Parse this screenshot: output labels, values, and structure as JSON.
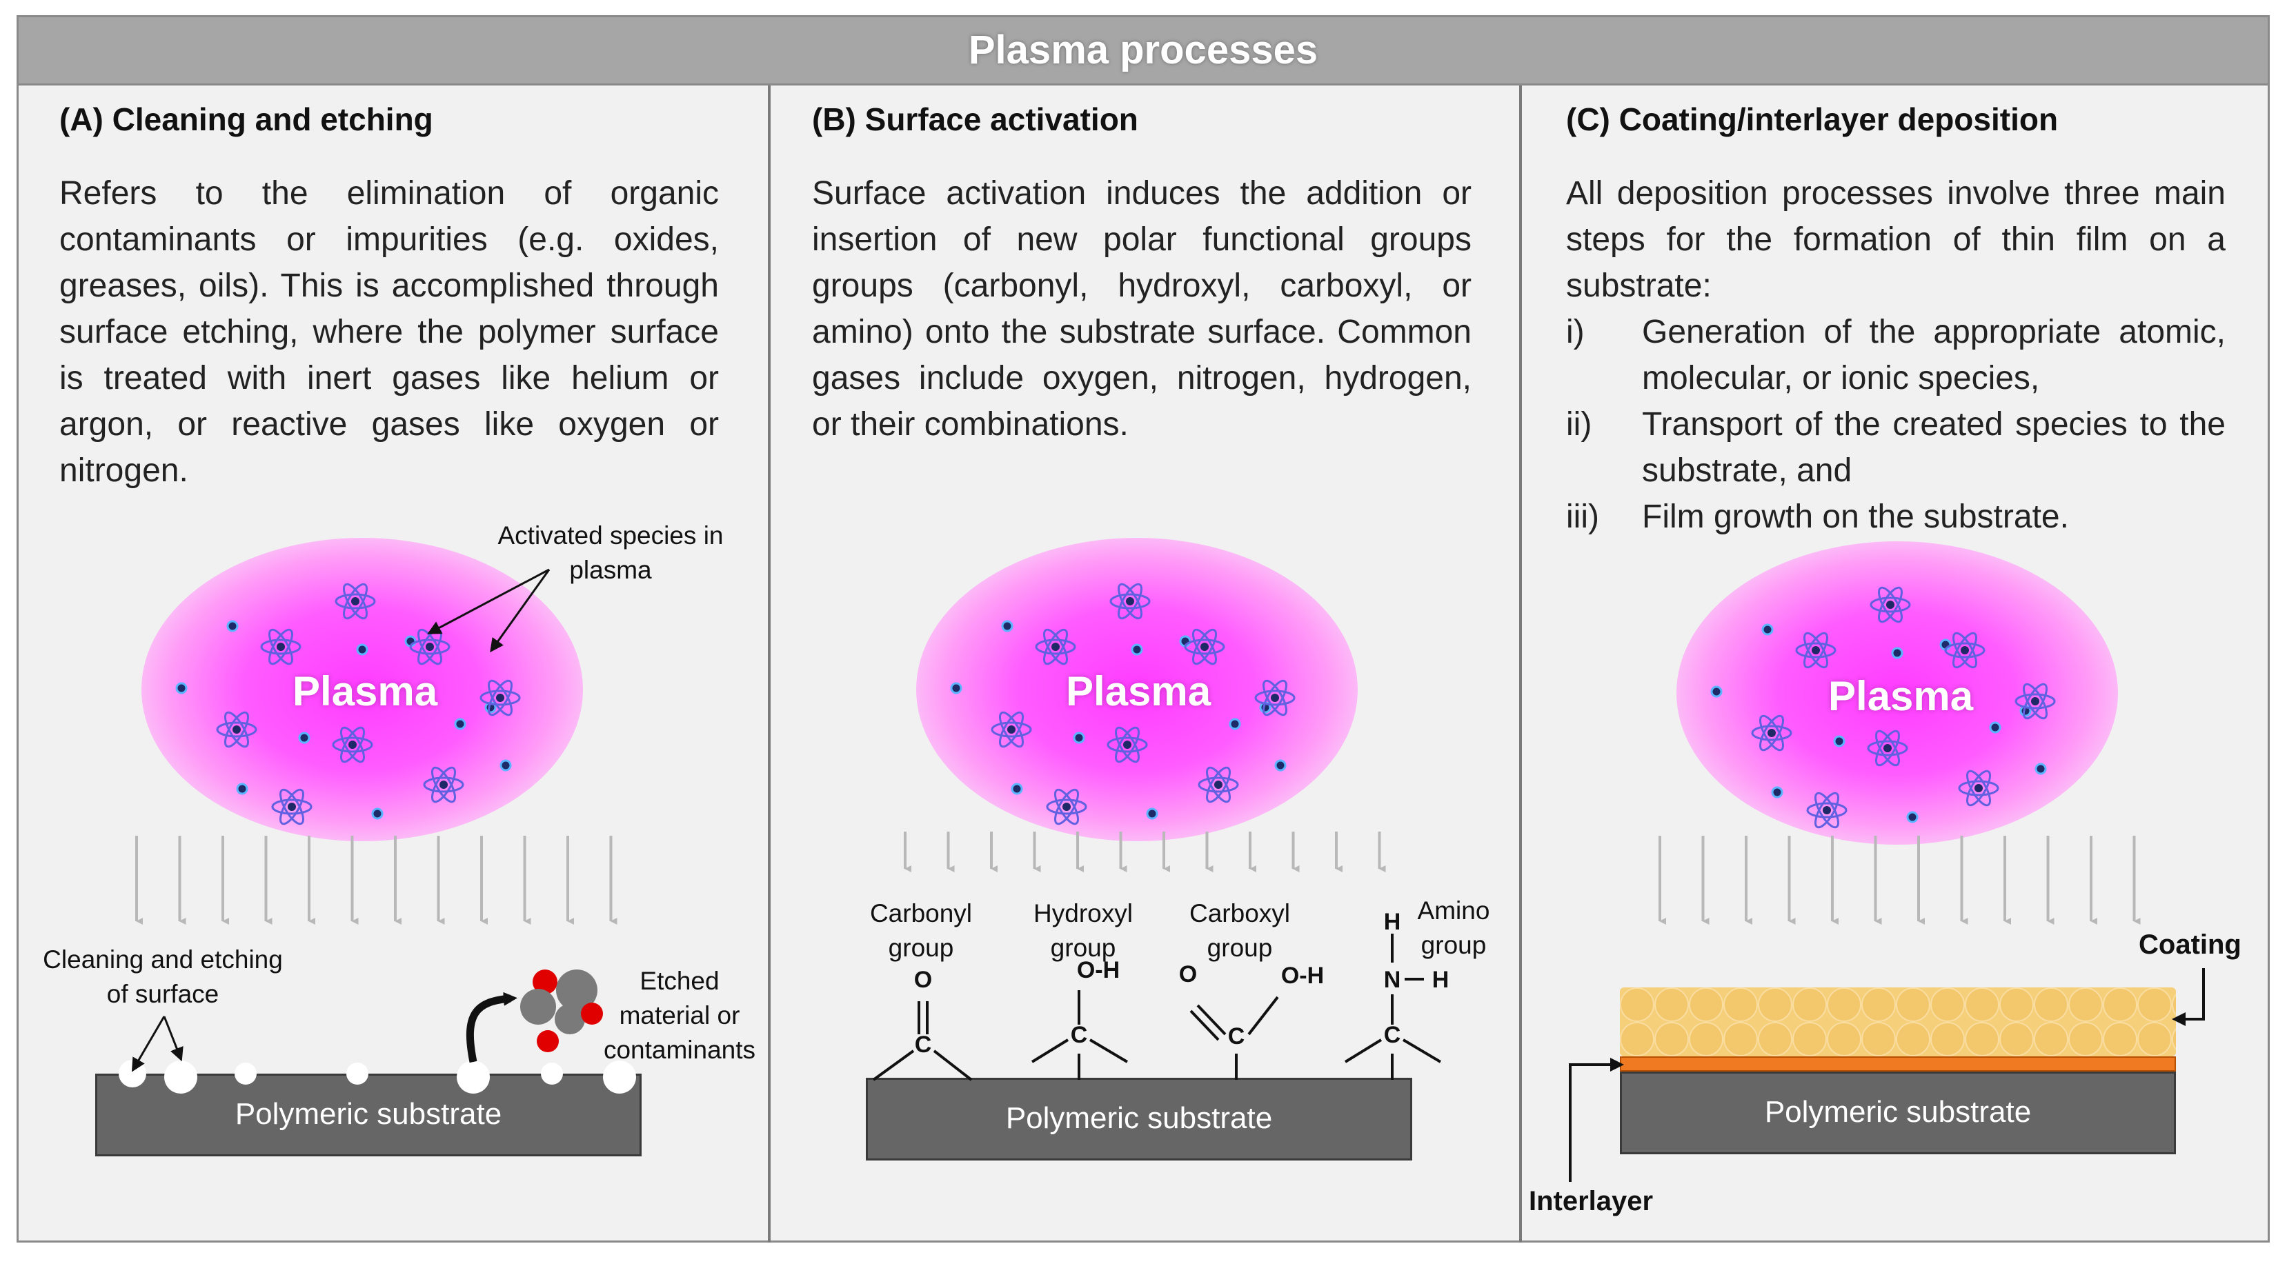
{
  "title": "Plasma processes",
  "colors": {
    "plasma": "#ff3cff",
    "species_dot": "#1e2a68",
    "atom_icon": "#6060e0",
    "arrow": "#b8b8b8",
    "substrate": "#666666",
    "coating": "#f6cf7a",
    "interlayer": "#f07a22",
    "red_particle": "#e00000",
    "grey_particle": "#7a7a7a"
  },
  "panels": [
    {
      "heading": "(A) Cleaning and etching",
      "text": "Refers to the elimination of organic contaminants or impurities (e.g. oxides, greases, oils). This is accomplished through surface etching, where the polymer surface is treated with inert gases like helium or argon, or reactive gases like oxygen or nitrogen.",
      "plasma_label": "Plasma",
      "substrate_label": "Polymeric substrate",
      "callout_species": "Activated species in plasma",
      "callout_cleaning": "Cleaning and etching of surface",
      "callout_etched": "Etched material or contaminants"
    },
    {
      "heading": "(B) Surface activation",
      "text": "Surface activation induces the addition or insertion of new polar functional groups groups (carbonyl, hydroxyl, carboxyl, or amino) onto the substrate surface. Common gases include oxygen, nitrogen, hydrogen, or their combinations.",
      "plasma_label": "Plasma",
      "substrate_label": "Polymeric substrate",
      "groups": [
        {
          "name": "Carbonyl group"
        },
        {
          "name": "Hydroxyl group"
        },
        {
          "name": "Carboxyl group"
        },
        {
          "name": "Amino group"
        }
      ],
      "atoms": {
        "o1": "O",
        "c1": "C",
        "oh2": "O-H",
        "c2": "C",
        "o3": "O",
        "oh3": "O-H",
        "c3": "C",
        "h4a": "H",
        "n4": "N",
        "h4b": "H",
        "c4": "C"
      }
    },
    {
      "heading": "(C) Coating/interlayer deposition",
      "intro": "All deposition processes involve three main steps for the formation of thin film on a substrate:",
      "steps": [
        {
          "num": "i)",
          "text": "Generation of the appropriate atomic, molecular, or ionic species,"
        },
        {
          "num": "ii)",
          "text": "Transport of the created species to the substrate, and"
        },
        {
          "num": "iii)",
          "text": "Film growth on the substrate."
        }
      ],
      "plasma_label": "Plasma",
      "substrate_label": "Polymeric substrate",
      "coating_label": "Coating",
      "interlayer_label": "Interlayer"
    }
  ]
}
